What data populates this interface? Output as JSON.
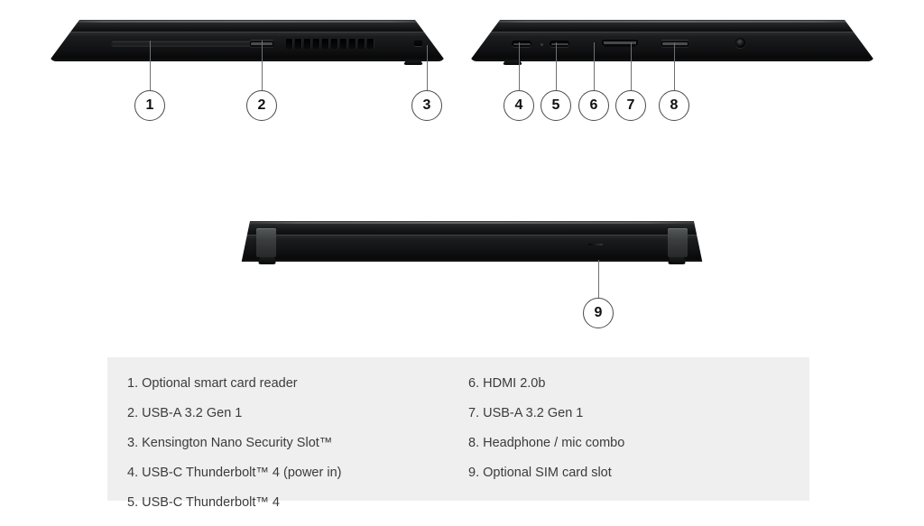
{
  "page": {
    "background": "#ffffff",
    "legend_background": "#efefef",
    "text_color": "#3b3b3b",
    "callout_border_color": "#4a4b4d",
    "leader_color": "#6f7072"
  },
  "views": {
    "left_side": {
      "name": "left-side-view",
      "ports": [
        {
          "id": 1,
          "icon": "smart-card-reader-slot"
        },
        {
          "id": 2,
          "icon": "usb-a-port"
        },
        {
          "id": 3,
          "icon": "kensington-lock-slot"
        }
      ],
      "vent": {
        "icon": "vent-grille",
        "slots": 10
      }
    },
    "right_side": {
      "name": "right-side-view",
      "ports": [
        {
          "id": 4,
          "icon": "usb-c-thunderbolt-port"
        },
        {
          "id": 5,
          "icon": "usb-c-thunderbolt-port"
        },
        {
          "id": 6,
          "icon": "hdmi-port"
        },
        {
          "id": 7,
          "icon": "usb-a-port"
        },
        {
          "id": 8,
          "icon": "headphone-jack"
        }
      ],
      "indicator": {
        "icon": "power-led-indicator"
      }
    },
    "rear": {
      "name": "rear-view",
      "ports": [
        {
          "id": 9,
          "icon": "sim-card-slot"
        }
      ]
    }
  },
  "callouts": [
    {
      "number": "1"
    },
    {
      "number": "2"
    },
    {
      "number": "3"
    },
    {
      "number": "4"
    },
    {
      "number": "5"
    },
    {
      "number": "6"
    },
    {
      "number": "7"
    },
    {
      "number": "8"
    },
    {
      "number": "9"
    }
  ],
  "legend": {
    "left_column": [
      "1. Optional smart card reader",
      "2. USB-A 3.2 Gen 1",
      "3. Kensington Nano Security Slot™",
      "4. USB-C Thunderbolt™ 4 (power in)",
      "5. USB-C Thunderbolt™ 4"
    ],
    "right_column": [
      "6. HDMI 2.0b",
      "7. USB-A 3.2 Gen 1",
      "8. Headphone / mic combo",
      "9. Optional SIM card slot"
    ]
  }
}
